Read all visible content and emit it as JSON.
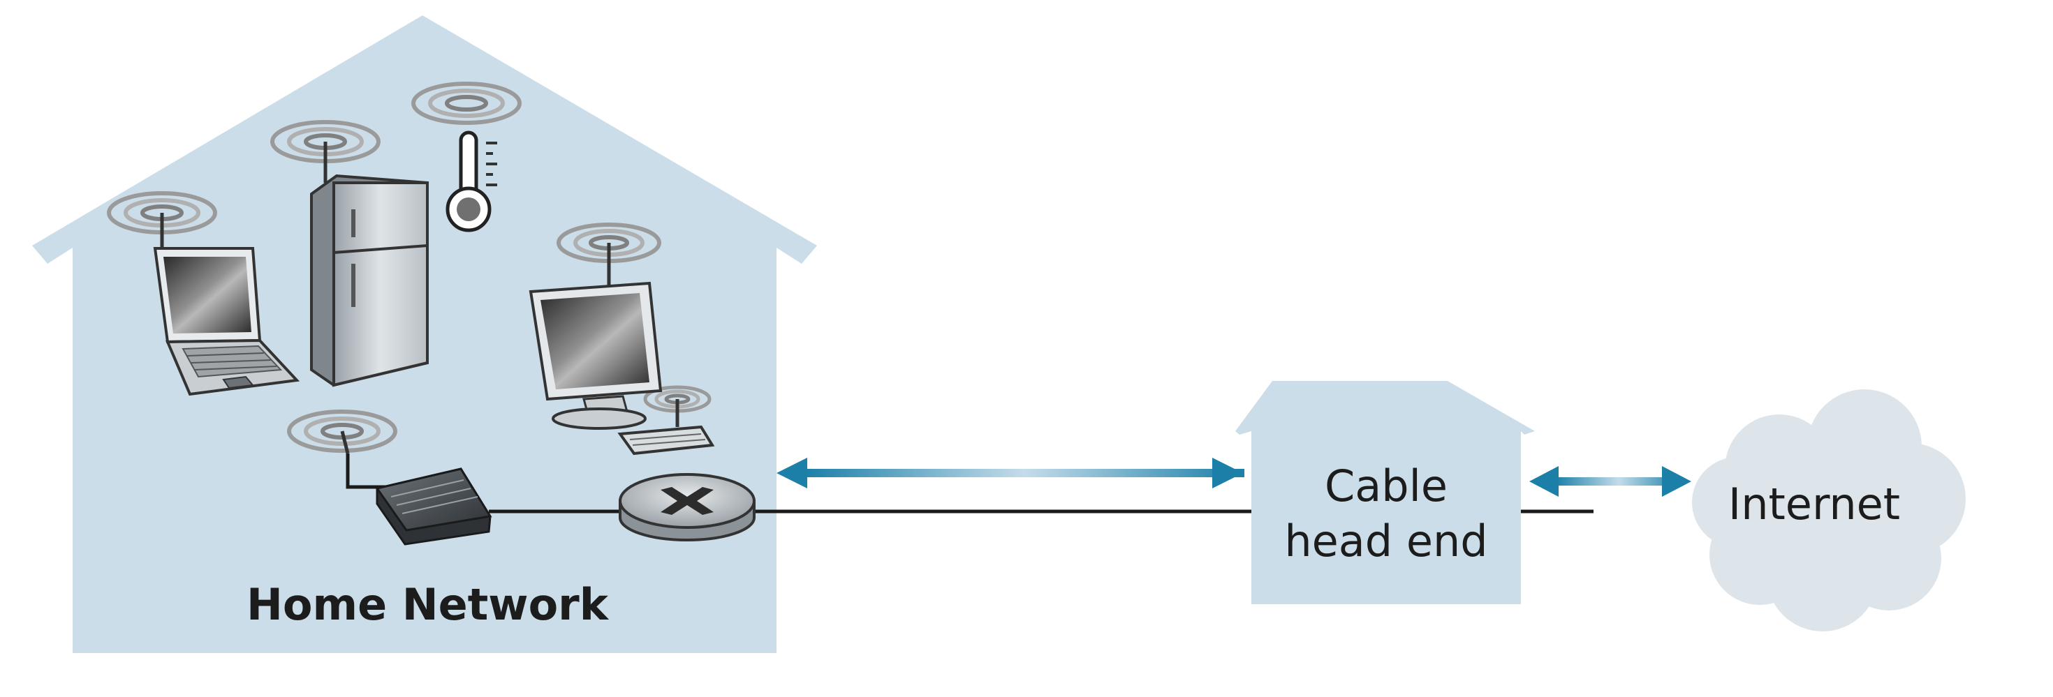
{
  "labels": {
    "home_network": "Home Network",
    "cable_line1": "Cable",
    "cable_line2": "head end",
    "internet": "Internet"
  },
  "colors": {
    "house_fill": "#cbdde8",
    "cloud_fill": "#dde5ea",
    "arrow": "#1b7fa8",
    "line": "#1a1a1a",
    "text": "#1c1c1c"
  },
  "icons": [
    "laptop-icon",
    "refrigerator-icon",
    "thermometer-icon",
    "desktop-monitor-icon",
    "keyboard-icon",
    "cable-modem-icon",
    "router-icon",
    "wireless-signal-icon",
    "cloud-icon"
  ]
}
